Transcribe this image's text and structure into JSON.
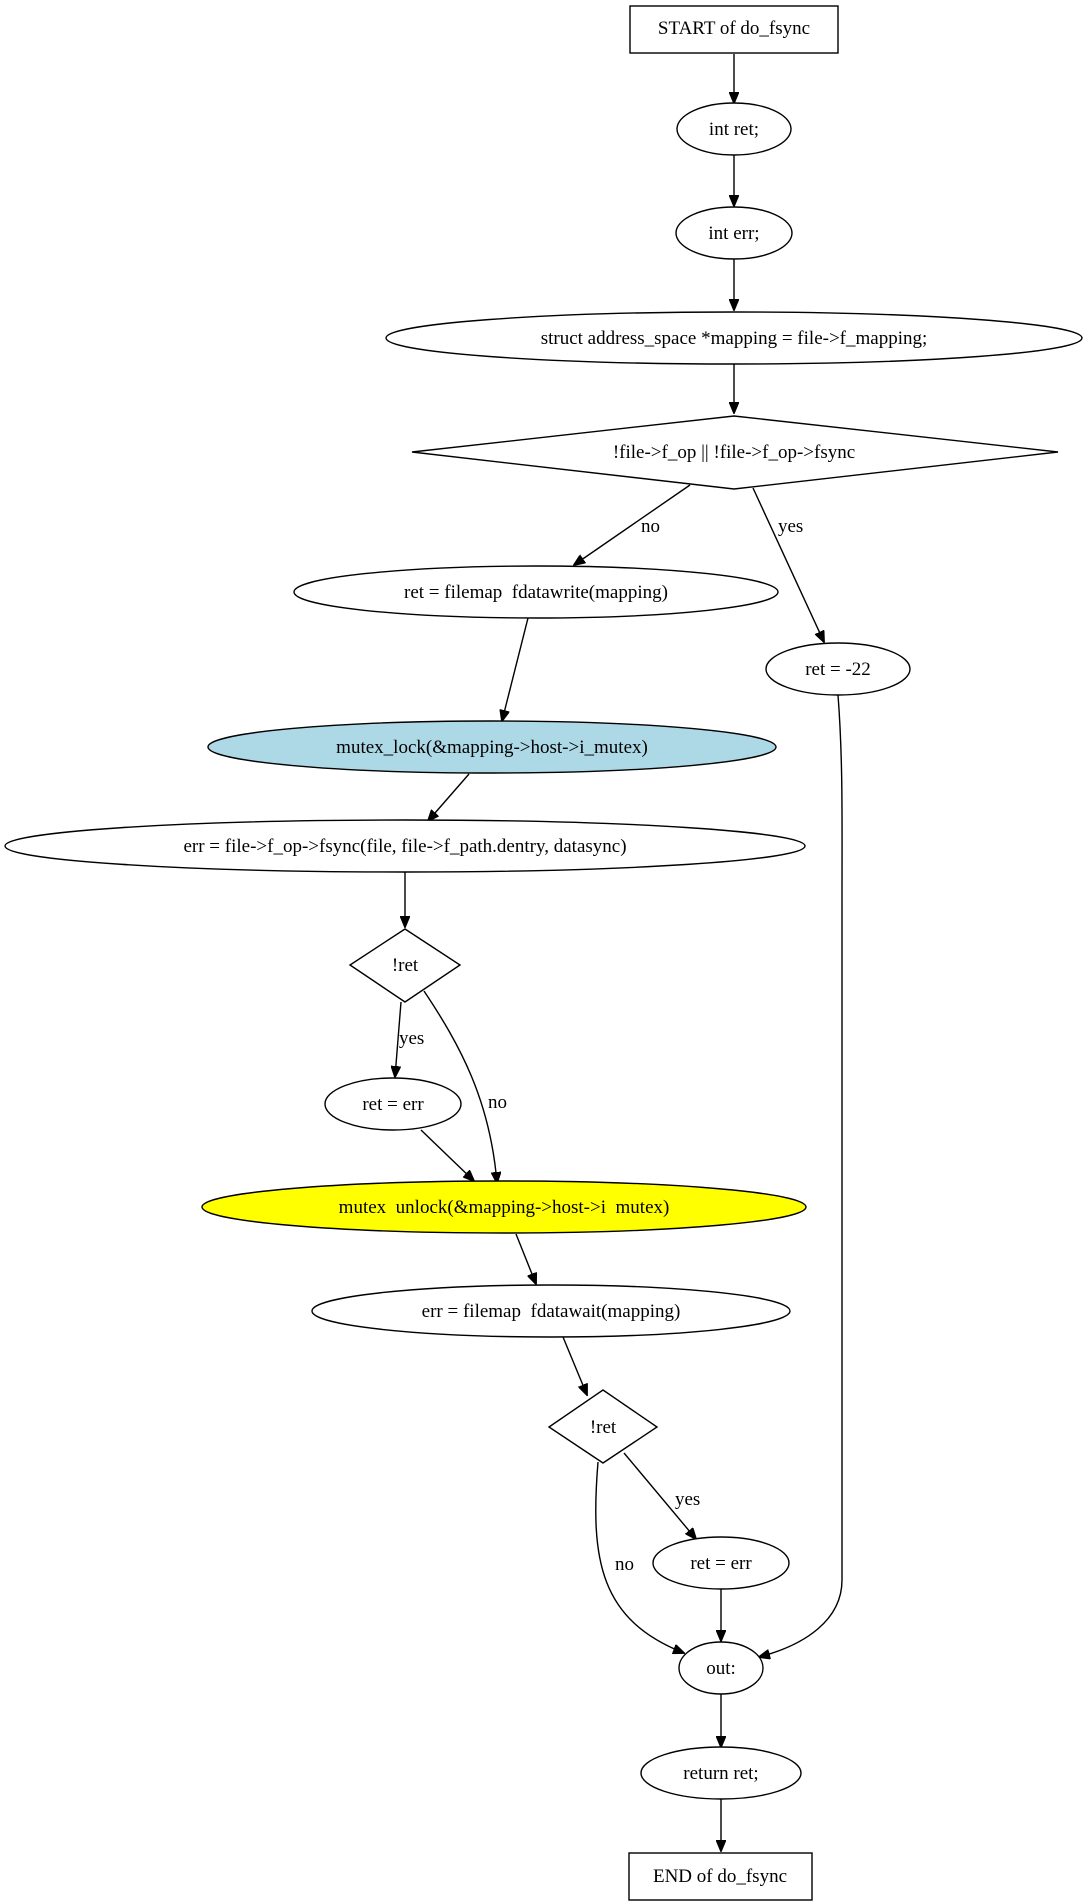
{
  "colors": {
    "lock_fill": "#add8e6",
    "unlock_fill": "#ffff00",
    "default_fill": "#ffffff",
    "stroke": "#000000"
  },
  "nodes": {
    "start": {
      "label": "START of do_fsync",
      "shape": "box"
    },
    "ret_decl": {
      "label": "int ret;",
      "shape": "ellipse"
    },
    "err_decl": {
      "label": "int err;",
      "shape": "ellipse"
    },
    "mapping": {
      "label": "struct address_space *mapping = file->f_mapping;",
      "shape": "ellipse"
    },
    "cond_fop": {
      "label": "!file->f_op || !file->f_op->fsync",
      "shape": "diamond"
    },
    "fdatawrite": {
      "label": "ret = filemap  fdatawrite(mapping)",
      "shape": "ellipse"
    },
    "ret_einval": {
      "label": "ret = -22",
      "shape": "ellipse"
    },
    "mutex_lock": {
      "label": "mutex_lock(&mapping->host->i_mutex)",
      "shape": "ellipse"
    },
    "fsync_call": {
      "label": "err = file->f_op->fsync(file, file->f_path.dentry, datasync)",
      "shape": "ellipse"
    },
    "cond_ret1": {
      "label": "!ret",
      "shape": "diamond"
    },
    "ret_err1": {
      "label": "ret = err",
      "shape": "ellipse"
    },
    "mutex_unlock": {
      "label": "mutex  unlock(&mapping->host->i  mutex)",
      "shape": "ellipse"
    },
    "fdatawait": {
      "label": "err = filemap  fdatawait(mapping)",
      "shape": "ellipse"
    },
    "cond_ret2": {
      "label": "!ret",
      "shape": "diamond"
    },
    "ret_err2": {
      "label": "ret = err",
      "shape": "ellipse"
    },
    "out": {
      "label": "out:",
      "shape": "ellipse"
    },
    "return_ret": {
      "label": "return ret;",
      "shape": "ellipse"
    },
    "end": {
      "label": "END of do_fsync",
      "shape": "box"
    }
  },
  "edges": [
    {
      "from": "start",
      "to": "ret_decl",
      "label": ""
    },
    {
      "from": "ret_decl",
      "to": "err_decl",
      "label": ""
    },
    {
      "from": "err_decl",
      "to": "mapping",
      "label": ""
    },
    {
      "from": "mapping",
      "to": "cond_fop",
      "label": ""
    },
    {
      "from": "cond_fop",
      "to": "fdatawrite",
      "label": "no"
    },
    {
      "from": "cond_fop",
      "to": "ret_einval",
      "label": "yes"
    },
    {
      "from": "fdatawrite",
      "to": "mutex_lock",
      "label": ""
    },
    {
      "from": "mutex_lock",
      "to": "fsync_call",
      "label": ""
    },
    {
      "from": "fsync_call",
      "to": "cond_ret1",
      "label": ""
    },
    {
      "from": "cond_ret1",
      "to": "ret_err1",
      "label": "yes"
    },
    {
      "from": "cond_ret1",
      "to": "mutex_unlock",
      "label": "no"
    },
    {
      "from": "ret_err1",
      "to": "mutex_unlock",
      "label": ""
    },
    {
      "from": "mutex_unlock",
      "to": "fdatawait",
      "label": ""
    },
    {
      "from": "fdatawait",
      "to": "cond_ret2",
      "label": ""
    },
    {
      "from": "cond_ret2",
      "to": "ret_err2",
      "label": "yes"
    },
    {
      "from": "cond_ret2",
      "to": "out",
      "label": "no"
    },
    {
      "from": "ret_err2",
      "to": "out",
      "label": ""
    },
    {
      "from": "ret_einval",
      "to": "out",
      "label": ""
    },
    {
      "from": "out",
      "to": "return_ret",
      "label": ""
    },
    {
      "from": "return_ret",
      "to": "end",
      "label": ""
    }
  ]
}
